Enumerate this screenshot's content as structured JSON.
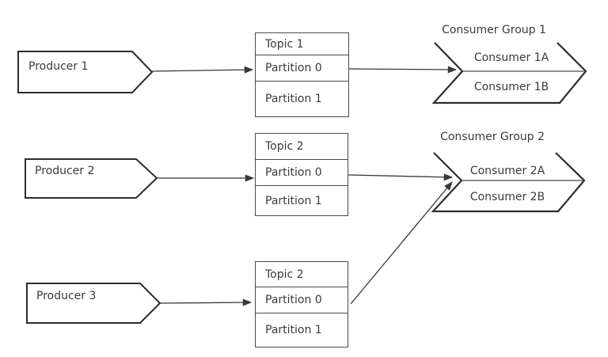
{
  "diagram": {
    "producers": [
      {
        "label": "Producer 1"
      },
      {
        "label": "Producer 2"
      },
      {
        "label": "Producer 3"
      }
    ],
    "topics": [
      {
        "title": "Topic 1",
        "partitions": [
          {
            "label": "Partition 0"
          },
          {
            "label": "Partition 1"
          }
        ]
      },
      {
        "title": "Topic 2",
        "partitions": [
          {
            "label": "Partition 0"
          },
          {
            "label": "Partition 1"
          }
        ]
      },
      {
        "title": "Topic 2",
        "partitions": [
          {
            "label": "Partition 0"
          },
          {
            "label": "Partition 1"
          }
        ]
      }
    ],
    "consumer_groups": [
      {
        "title": "Consumer Group 1",
        "consumers": [
          {
            "label": "Consumer 1A"
          },
          {
            "label": "Consumer 1B"
          }
        ]
      },
      {
        "title": "Consumer Group 2",
        "consumers": [
          {
            "label": "Consumer 2A"
          },
          {
            "label": "Consumer 2B"
          }
        ]
      }
    ],
    "colors": {
      "shape_stroke": "#2d2d2d",
      "box_stroke": "#4a4a4a",
      "arrow": "#383838",
      "text": "#3a3a3a",
      "background": "#ffffff"
    }
  }
}
